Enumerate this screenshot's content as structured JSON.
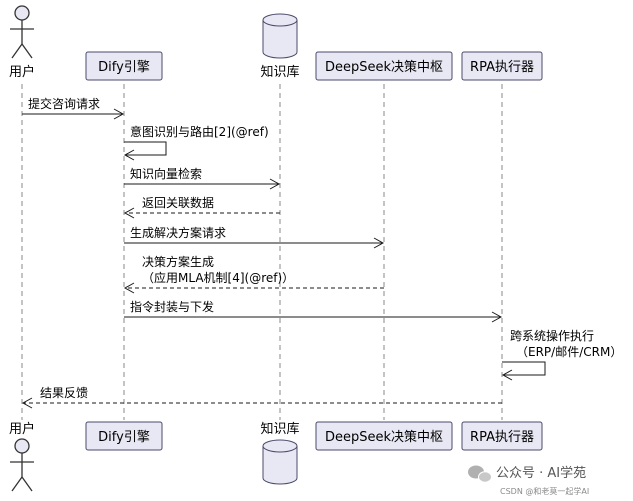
{
  "participants": {
    "user": "用户",
    "dify": "Dify引擎",
    "kb": "知识库",
    "deepseek": "DeepSeek决策中枢",
    "rpa": "RPA执行器"
  },
  "messages": {
    "m1": "提交咨询请求",
    "m2": "意图识别与路由[2](@ref)",
    "m3": "知识向量检索",
    "m4": "返回关联数据",
    "m5": "生成解决方案请求",
    "m6_line1": "决策方案生成",
    "m6_line2": "（应用MLA机制[4](@ref)）",
    "m7": "指令封装与下发",
    "m8_line1": "跨系统操作执行",
    "m8_line2": "（ERP/邮件/CRM）",
    "m9": "结果反馈"
  },
  "watermark": {
    "channel": "公众号 · AI学苑",
    "credit": "CSDN @和老莫一起学AI"
  },
  "colors": {
    "participant_fill": "#e8e8f4",
    "participant_border": "#4a4a6a",
    "lifeline": "#8a8a8a"
  }
}
